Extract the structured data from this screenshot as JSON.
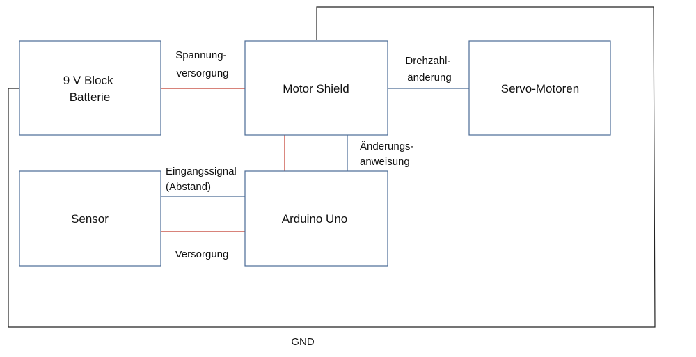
{
  "colors": {
    "box_border": "#4a6a95",
    "power_wire": "#c0392b",
    "signal_wire": "#4a6a95",
    "ground_wire": "#222222",
    "text": "#111111"
  },
  "boxes": {
    "battery": {
      "lines": [
        "9 V Block",
        "Batterie"
      ]
    },
    "motor_shield": {
      "lines": [
        "Motor Shield"
      ]
    },
    "servo": {
      "lines": [
        "Servo-Motoren"
      ]
    },
    "sensor": {
      "lines": [
        "Sensor"
      ]
    },
    "arduino": {
      "lines": [
        "Arduino Uno"
      ]
    }
  },
  "edges": {
    "spannungsversorgung": {
      "lines": [
        "Spannung-",
        "versorgung"
      ],
      "type": "power"
    },
    "drehzahlaenderung": {
      "lines": [
        "Drehzahl-",
        "änderung"
      ],
      "type": "signal"
    },
    "aenderungsanweisung": {
      "lines": [
        "Änderungs-",
        "anweisung"
      ],
      "type": "signal"
    },
    "shield_arduino_power": {
      "type": "power"
    },
    "eingangssignal": {
      "lines": [
        "Eingangssignal",
        "(Abstand)"
      ],
      "type": "signal"
    },
    "versorgung": {
      "lines": [
        "Versorgung"
      ],
      "type": "power"
    },
    "gnd": {
      "lines": [
        "GND"
      ],
      "type": "ground"
    }
  }
}
